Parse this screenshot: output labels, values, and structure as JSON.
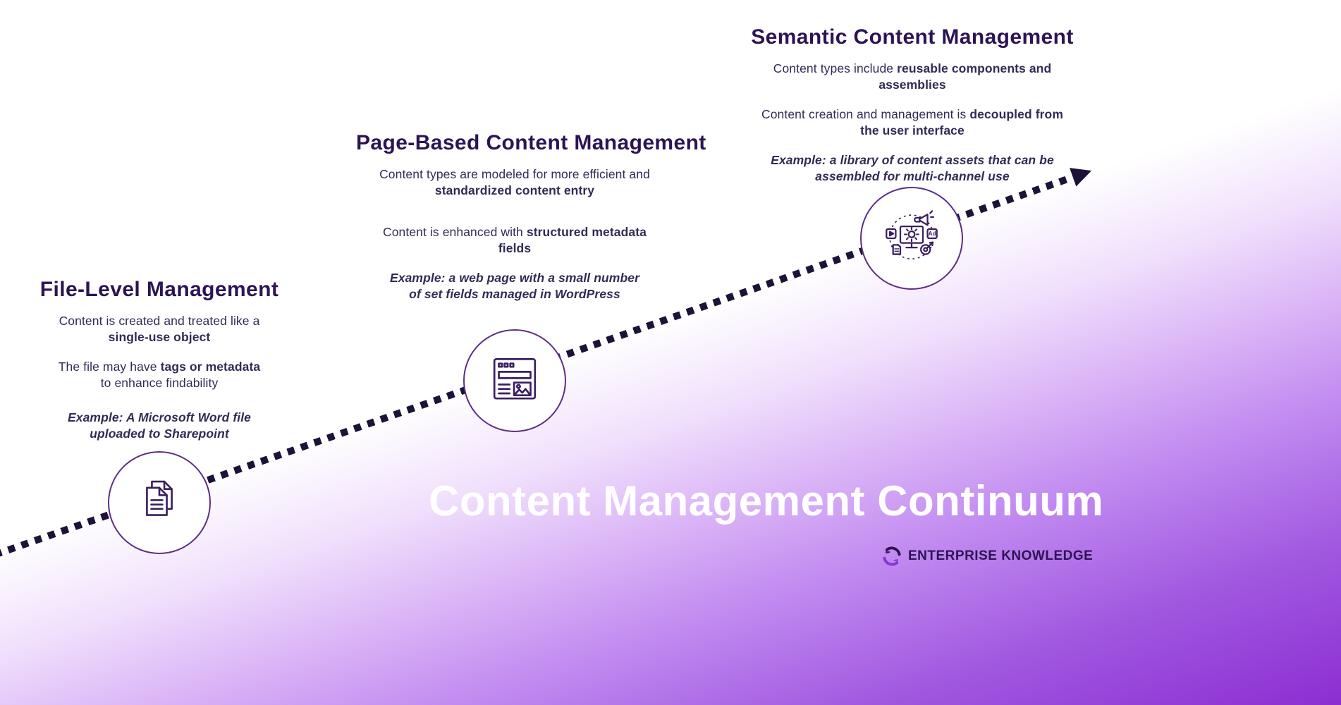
{
  "page": {
    "title": "Content Management Continuum",
    "brand": "ENTERPRISE KNOWLEDGE"
  },
  "colors": {
    "heading": "#2c1454",
    "body": "#342a55",
    "line": "#1d1238",
    "icon": "#3a2060",
    "circle_border": "#5c2d87",
    "purple_deep": "#8c2ed2",
    "title_text": "#ffffff"
  },
  "arrow": {
    "icon": "arrowhead-icon",
    "direction": "up-right"
  },
  "stages": [
    {
      "heading": "File-Level Management",
      "icon": "documents-icon",
      "paragraphs": [
        {
          "segments": [
            {
              "text": "Content is created and treated like a ",
              "style": "regular"
            },
            {
              "text": "single-use object",
              "style": "bold"
            }
          ]
        },
        {
          "segments": [
            {
              "text": "The file may have ",
              "style": "regular"
            },
            {
              "text": "tags or metadata",
              "style": "bold"
            },
            {
              "text": " to enhance findability",
              "style": "regular"
            }
          ]
        },
        {
          "segments": [
            {
              "text": "Example: A Microsoft Word file uploaded to Sharepoint",
              "style": "bold-italic"
            }
          ]
        }
      ]
    },
    {
      "heading": "Page-Based Content Management",
      "icon": "webpage-icon",
      "paragraphs": [
        {
          "segments": [
            {
              "text": "Content types are modeled for more efficient and ",
              "style": "regular"
            },
            {
              "text": "standardized content entry",
              "style": "bold"
            }
          ]
        },
        {
          "segments": [
            {
              "text": "Content is enhanced with ",
              "style": "regular"
            },
            {
              "text": "structured metadata fields",
              "style": "bold"
            }
          ]
        },
        {
          "segments": [
            {
              "text": "Example: a web page with a small number of set fields managed in WordPress",
              "style": "bold-italic"
            }
          ]
        }
      ]
    },
    {
      "heading": "Semantic Content Management",
      "icon": "components-icon",
      "paragraphs": [
        {
          "segments": [
            {
              "text": "Content types include ",
              "style": "regular"
            },
            {
              "text": "reusable components and assemblies",
              "style": "bold"
            }
          ]
        },
        {
          "segments": [
            {
              "text": "Content creation and management is ",
              "style": "regular"
            },
            {
              "text": "decoupled from the user interface",
              "style": "bold"
            }
          ]
        },
        {
          "segments": [
            {
              "text": "Example: a library of content assets that can be assembled for multi-channel use",
              "style": "bold-italic"
            }
          ]
        }
      ]
    }
  ]
}
